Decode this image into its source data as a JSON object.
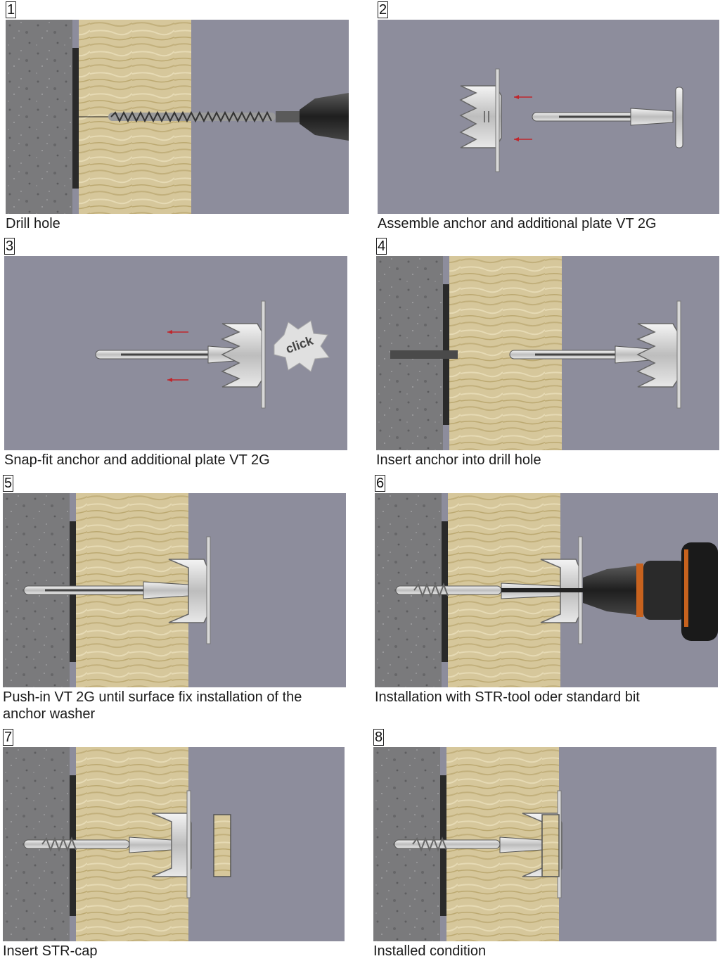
{
  "steps": [
    {
      "number": "1",
      "caption": "Drill hole"
    },
    {
      "number": "2",
      "caption": "Assemble anchor and additional plate VT 2G"
    },
    {
      "number": "3",
      "caption": "Snap-fit anchor and additional plate VT 2G"
    },
    {
      "number": "4",
      "caption": "Insert anchor into drill hole"
    },
    {
      "number": "5",
      "caption": "Push-in VT 2G until surface fix installation of the anchor washer"
    },
    {
      "number": "6",
      "caption": "Installation with STR-tool oder standard bit"
    },
    {
      "number": "7",
      "caption": "Insert STR-cap"
    },
    {
      "number": "8",
      "caption": "Installed condition"
    }
  ],
  "click_label": "click",
  "colors": {
    "background_panel": "#8d8d9c",
    "concrete": "#7c7c7e",
    "insulation": "#d8c89c",
    "arrow": "#c0262c"
  },
  "icons": [
    "drill-icon",
    "anchor-icon",
    "plate-icon",
    "screw-icon",
    "cap-icon",
    "arrow-icon"
  ]
}
